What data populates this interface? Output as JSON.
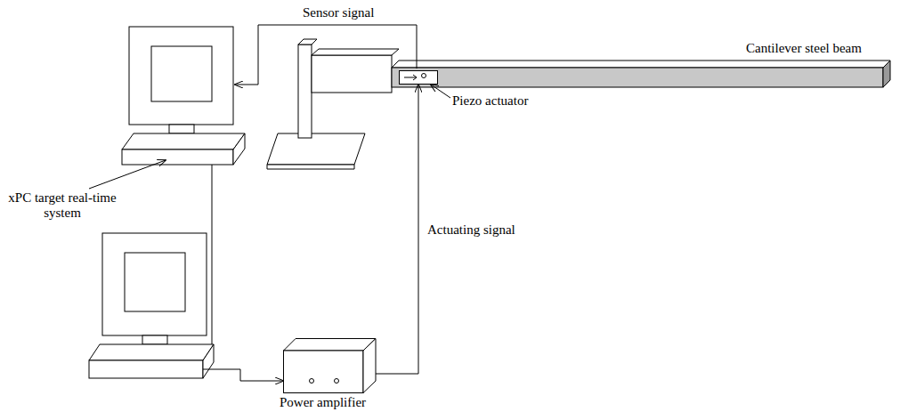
{
  "diagram": {
    "nodes": [
      {
        "text": [
          "Piezo actuator"
        ]
      },
      {
        "text": [
          "Power amplifier"
        ]
      }
    ],
    "edges": [
      {
        "from": 1,
        "to": 0,
        "arrow": "to",
        "label": "Actuating signal"
      }
    ],
    "labels": [
      "Sensor signal",
      "xPC target real-time system",
      "Cantilever steel beam"
    ]
  }
}
